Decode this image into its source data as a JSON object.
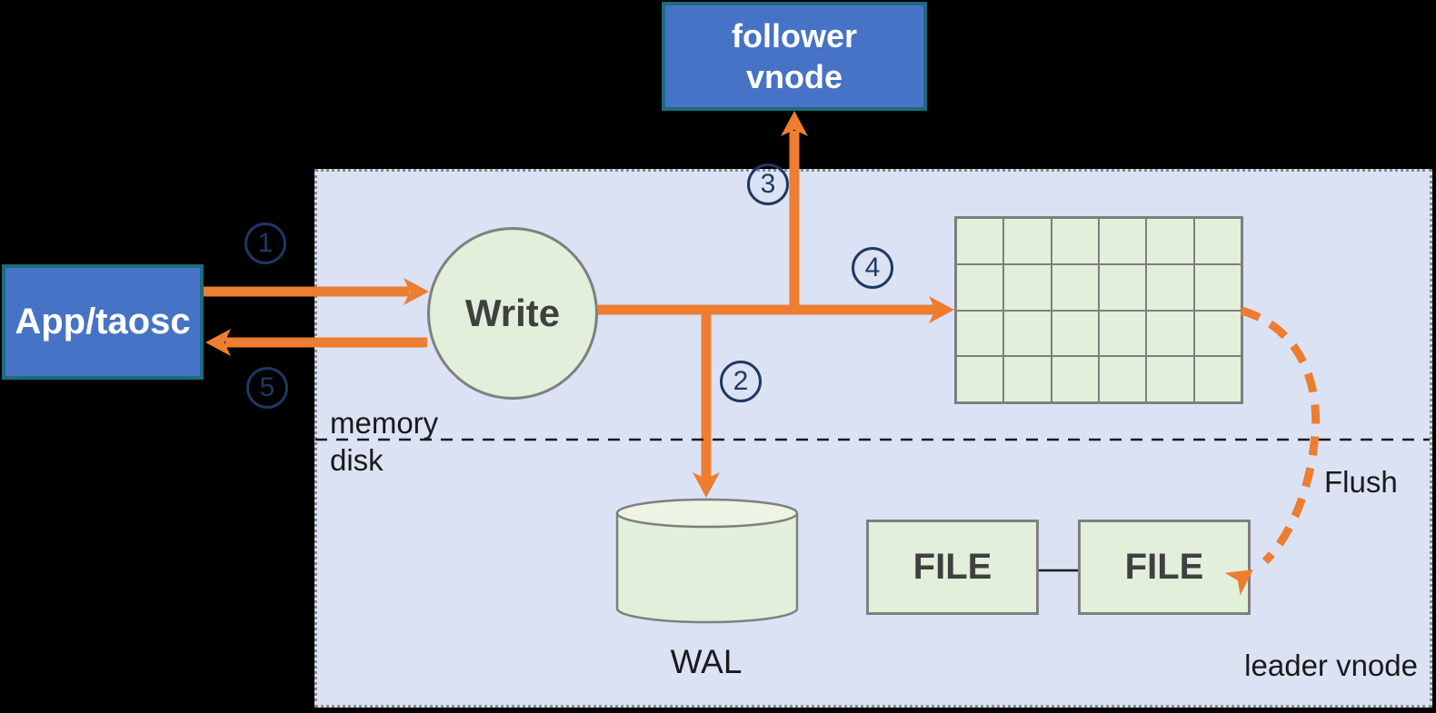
{
  "nodes": {
    "follower_vnode": {
      "line1": "follower",
      "line2": "vnode"
    },
    "app": {
      "label": "App/taosc"
    },
    "write": {
      "label": "Write"
    },
    "wal": {
      "label": "WAL"
    },
    "file1": {
      "label": "FILE"
    },
    "file2": {
      "label": "FILE"
    }
  },
  "panel": {
    "memory_label": "memory",
    "disk_label": "disk",
    "flush_label": "Flush",
    "leader_label": "leader vnode"
  },
  "steps": [
    "1",
    "2",
    "3",
    "4",
    "5"
  ],
  "grid": {
    "rows": 4,
    "cols": 6
  },
  "colors": {
    "background": "#000000",
    "panel_fill": "#DBE2F4",
    "panel_border": "#8C8C8C",
    "node_blue_fill": "#4673C5",
    "node_blue_border": "#1D6B7E",
    "node_green_fill": "#E2EFDA",
    "node_green_border": "#7F7F7F",
    "arrow_orange": "#ED7D31",
    "step_number_navy": "#1F3864",
    "node_text_dark": "#404040",
    "label_text_black": "#1A1A1A"
  }
}
